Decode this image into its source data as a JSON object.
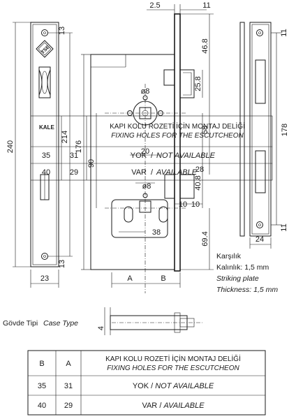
{
  "dimensions": {
    "top_2_5": "2.5",
    "top_11": "11",
    "faceplate_13_top": "13",
    "faceplate_13_bottom": "13",
    "width_23": "23",
    "height_240": "240",
    "height_214": "214",
    "height_176": "176",
    "height_90": "90",
    "height_46_8": "46.8",
    "height_25_8": "25.8",
    "height_58": "58",
    "height_40_8": "40.8",
    "height_69_4": "69.4",
    "hole_8_top": "ø8",
    "hole_8_bottom": "ø8",
    "width_20": "20",
    "width_28": "28",
    "width_10_a": "10",
    "width_10_b": "10",
    "width_38": "38",
    "letter_a": "A",
    "letter_b": "B",
    "strike_11_top": "11",
    "strike_11_bottom": "11",
    "strike_178": "178",
    "strike_24": "24",
    "side_4": "4"
  },
  "strike_plate": {
    "title_tr": "Karşılık",
    "thickness_tr": "Kalınlık: 1,5 mm",
    "title_en": "Striking plate",
    "thickness_en": "Thickness: 1,5 mm"
  },
  "case_type": {
    "label_tr": "Gövde Tipi",
    "label_en": "Case Type"
  },
  "overlay_table": {
    "title_tr": "KAPI KOLU ROZETİ İÇİN MONTAJ DELİĞİ",
    "title_en": "FIXING HOLES FOR THE ESCUTCHEON",
    "brand": "KALE",
    "rows": [
      {
        "b": "35",
        "a": "31",
        "tr": "YOK",
        "en": "NOT AVAILABLE"
      },
      {
        "b": "40",
        "a": "29",
        "tr": "VAR",
        "en": "AVAILABLE"
      }
    ]
  },
  "table": {
    "col_b": "B",
    "col_a": "A",
    "title_tr": "KAPI KOLU ROZETİ İÇİN MONTAJ DELİĞİ",
    "title_en": "FIXING HOLES FOR THE ESCUTCHEON",
    "rows": [
      {
        "b": "35",
        "a": "31",
        "tr": "YOK",
        "sep": " / ",
        "en": "NOT AVAILABLE"
      },
      {
        "b": "40",
        "a": "29",
        "tr": "VAR",
        "sep": " / ",
        "en": "AVAILABLE"
      }
    ]
  },
  "logo_text": "TSE"
}
